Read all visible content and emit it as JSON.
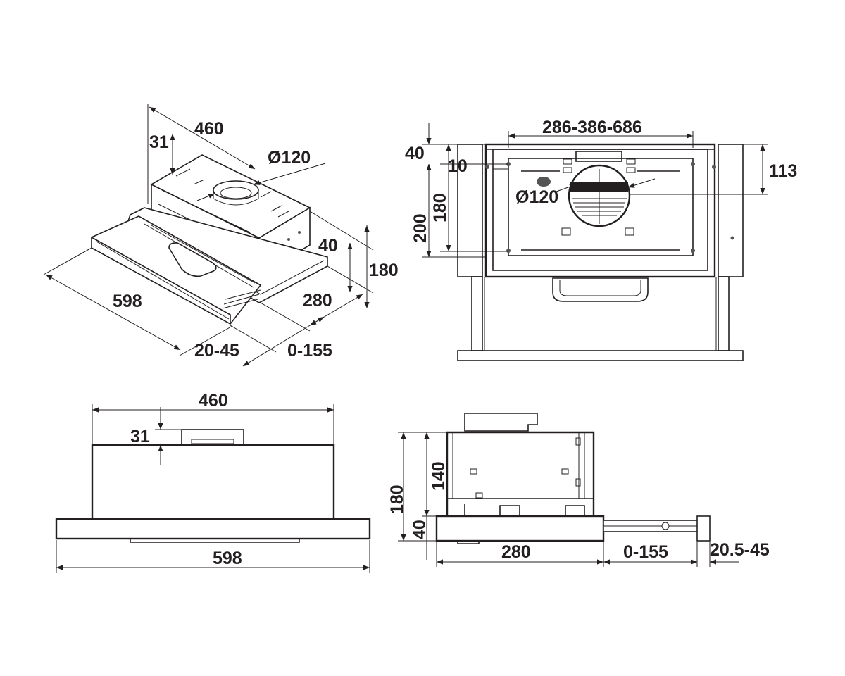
{
  "views": {
    "iso": {
      "width": "598",
      "depth": "460",
      "spigot_offset": "31",
      "duct_diameter": "Ø120",
      "front_height": "40",
      "total_height": "180",
      "body_depth": "280",
      "front_panel": "20-45",
      "extension": "0-155"
    },
    "front": {
      "bracket_spacing": "286-386-686",
      "top_offset": "40",
      "hole_offset": "10",
      "height_200": "200",
      "height_180": "180",
      "duct_diameter": "Ø120",
      "side_113": "113"
    },
    "top": {
      "depth": "460",
      "spigot_offset": "31",
      "width": "598"
    },
    "side": {
      "body_height": "140",
      "total_height": "180",
      "front_height": "40",
      "body_depth": "280",
      "extension": "0-155",
      "front_panel": "20.5-45"
    }
  },
  "colors": {
    "line": "#231f20",
    "background": "#ffffff"
  }
}
